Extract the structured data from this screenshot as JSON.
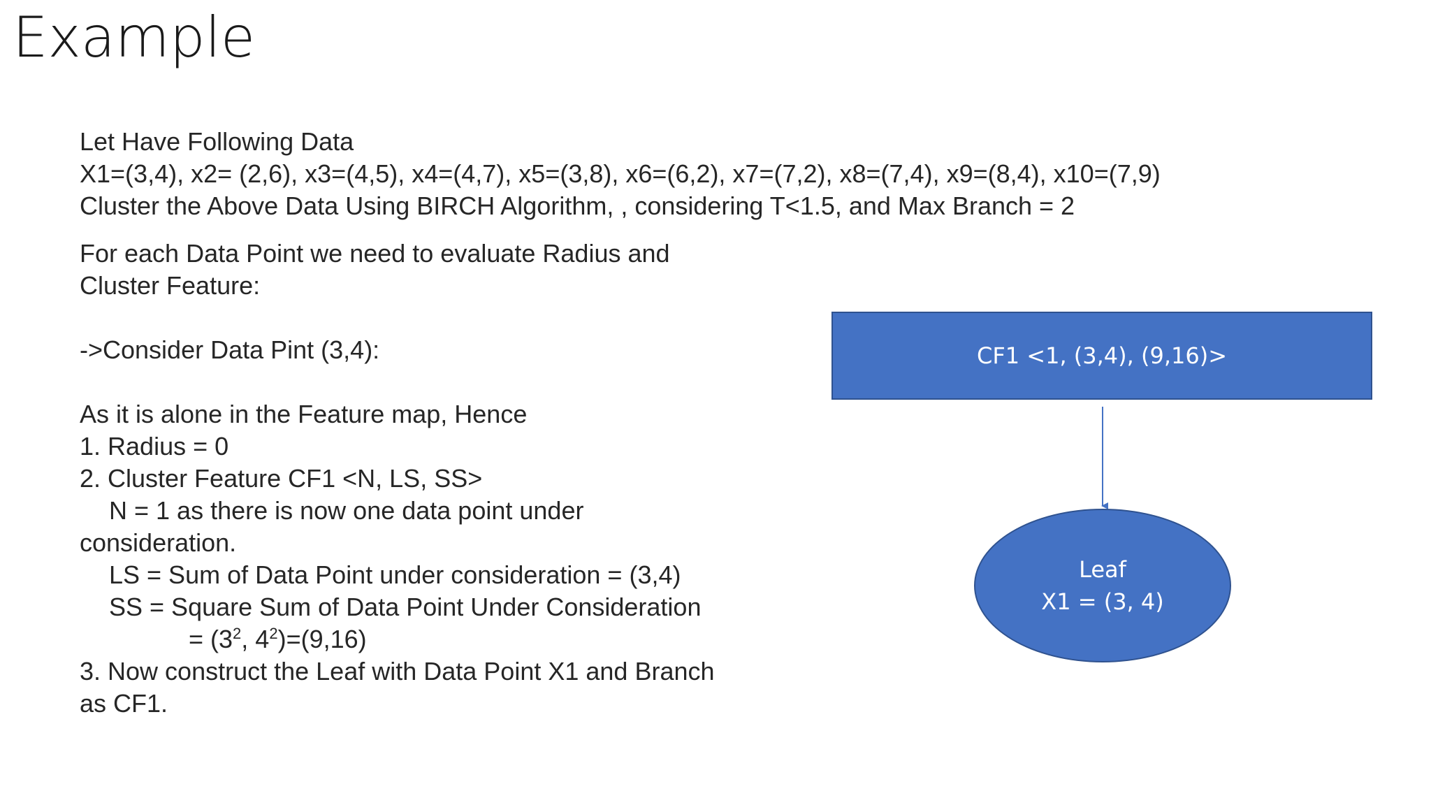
{
  "slide": {
    "title": "Example"
  },
  "intro": {
    "line1": "Let Have Following Data",
    "line2": "X1=(3,4), x2= (2,6), x3=(4,5), x4=(4,7), x5=(3,8), x6=(6,2), x7=(7,2), x8=(7,4), x9=(8,4), x10=(7,9)",
    "line3": "Cluster the Above Data Using BIRCH Algorithm, , considering T<1.5, and Max Branch = 2"
  },
  "explanation": {
    "line1": "For each Data Point we need to evaluate Radius and",
    "line2": "Cluster Feature:",
    "consider": "->Consider Data Pint (3,4):",
    "alone": "As it is alone in the Feature map, Hence",
    "step1": "1. Radius = 0",
    "step2": "2. Cluster Feature CF1 <N, LS, SS>",
    "n_line1": "N = 1 as there is now one data point under",
    "n_line2": "consideration.",
    "ls_line": "LS = Sum of Data Point under consideration = (3,4)",
    "ss_line": "SS =  Square Sum of Data Point Under Consideration",
    "ss_value": {
      "prefix": "= (3",
      "exp1": "2",
      "mid": ", 4",
      "exp2": "2",
      "suffix": ")=(9,16)"
    },
    "step3_line1": "3. Now construct the Leaf with Data Point X1 and Branch",
    "step3_line2": "as CF1."
  },
  "diagram": {
    "cf_node": "CF1 <1, (3,4), (9,16)>",
    "leaf_title": "Leaf",
    "leaf_value": "X1 = (3, 4)",
    "colors": {
      "node_fill": "#4472c4",
      "node_border": "#2f528f",
      "text": "#ffffff"
    }
  }
}
